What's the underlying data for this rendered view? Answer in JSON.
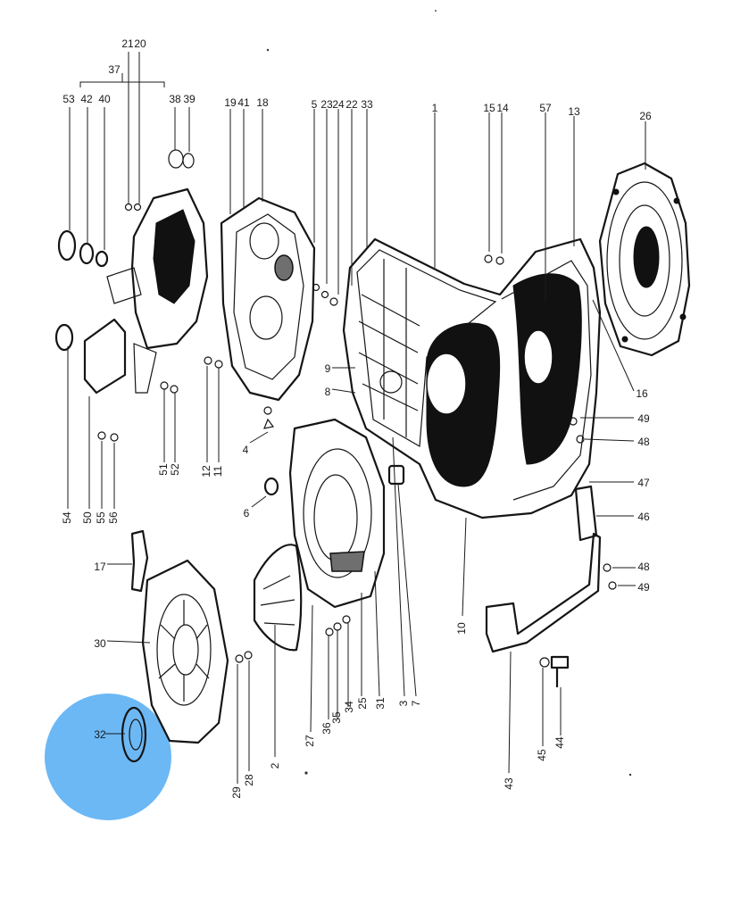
{
  "highlight": {
    "color": "#6cb8f5",
    "target_part": "32"
  },
  "parts": [
    {
      "key": "p53",
      "text": "53",
      "part": "axle-seal"
    },
    {
      "key": "p42",
      "text": "42",
      "part": "bushing"
    },
    {
      "key": "p40",
      "text": "40",
      "part": "needle-bearing"
    },
    {
      "key": "p21",
      "text": "21",
      "part": "washer"
    },
    {
      "key": "p20",
      "text": "20",
      "part": "washer"
    },
    {
      "key": "p37",
      "text": "37",
      "part": "gear-carrier-assembly"
    },
    {
      "key": "p38",
      "text": "38",
      "part": "plug"
    },
    {
      "key": "p39",
      "text": "39",
      "part": "seal-ring"
    },
    {
      "key": "p19",
      "text": "19",
      "part": "gear-carrier"
    },
    {
      "key": "p41",
      "text": "41",
      "part": "gear-carrier"
    },
    {
      "key": "p18",
      "text": "18",
      "part": "gear-carrier"
    },
    {
      "key": "p5",
      "text": "5",
      "part": "stud"
    },
    {
      "key": "p23",
      "text": "23",
      "part": "nut"
    },
    {
      "key": "p24",
      "text": "24",
      "part": "washer"
    },
    {
      "key": "p22",
      "text": "22",
      "part": "washer"
    },
    {
      "key": "p33",
      "text": "33",
      "part": "stud"
    },
    {
      "key": "p1",
      "text": "1",
      "part": "transmission-case"
    },
    {
      "key": "p15",
      "text": "15",
      "part": "nut"
    },
    {
      "key": "p14",
      "text": "14",
      "part": "washer"
    },
    {
      "key": "p57",
      "text": "57",
      "part": "bushing"
    },
    {
      "key": "p13",
      "text": "13",
      "part": "stud"
    },
    {
      "key": "p26",
      "text": "26",
      "part": "side-cover"
    },
    {
      "key": "p16",
      "text": "16",
      "part": "breather"
    },
    {
      "key": "p49a",
      "text": "49",
      "part": "nut"
    },
    {
      "key": "p48a",
      "text": "48",
      "part": "washer"
    },
    {
      "key": "p47",
      "text": "47",
      "part": "bolt"
    },
    {
      "key": "p46",
      "text": "46",
      "part": "mount-bracket"
    },
    {
      "key": "p48b",
      "text": "48",
      "part": "washer"
    },
    {
      "key": "p49b",
      "text": "49",
      "part": "nut"
    },
    {
      "key": "p9",
      "text": "9",
      "part": "plug"
    },
    {
      "key": "p8",
      "text": "8",
      "part": "plug"
    },
    {
      "key": "p54",
      "text": "54",
      "part": "seal"
    },
    {
      "key": "p50",
      "text": "50",
      "part": "cover"
    },
    {
      "key": "p55",
      "text": "55",
      "part": "washer"
    },
    {
      "key": "p56",
      "text": "56",
      "part": "nut"
    },
    {
      "key": "p51",
      "text": "51",
      "part": "washer"
    },
    {
      "key": "p52",
      "text": "52",
      "part": "nut"
    },
    {
      "key": "p12",
      "text": "12",
      "part": "nut"
    },
    {
      "key": "p11",
      "text": "11",
      "part": "washer"
    },
    {
      "key": "p4",
      "text": "4",
      "part": "stud"
    },
    {
      "key": "p6",
      "text": "6",
      "part": "bushing"
    },
    {
      "key": "p17",
      "text": "17",
      "part": "bracket"
    },
    {
      "key": "p30",
      "text": "30",
      "part": "end-cover"
    },
    {
      "key": "p32",
      "text": "32",
      "part": "oil-seal"
    },
    {
      "key": "p29",
      "text": "29",
      "part": "washer"
    },
    {
      "key": "p28",
      "text": "28",
      "part": "nut"
    },
    {
      "key": "p2",
      "text": "2",
      "part": "gasket"
    },
    {
      "key": "p27",
      "text": "27",
      "part": "intermediate-plate"
    },
    {
      "key": "p36",
      "text": "36",
      "part": "washer"
    },
    {
      "key": "p35",
      "text": "35",
      "part": "washer"
    },
    {
      "key": "p34",
      "text": "34",
      "part": "nut"
    },
    {
      "key": "p25",
      "text": "25",
      "part": "gasket"
    },
    {
      "key": "p31",
      "text": "31",
      "part": "stud"
    },
    {
      "key": "p3",
      "text": "3",
      "part": "dowel"
    },
    {
      "key": "p7",
      "text": "7",
      "part": "bushing"
    },
    {
      "key": "p10",
      "text": "10",
      "part": "stud"
    },
    {
      "key": "p43",
      "text": "43",
      "part": "support-arm"
    },
    {
      "key": "p45",
      "text": "45",
      "part": "washer"
    },
    {
      "key": "p44",
      "text": "44",
      "part": "bolt"
    }
  ]
}
